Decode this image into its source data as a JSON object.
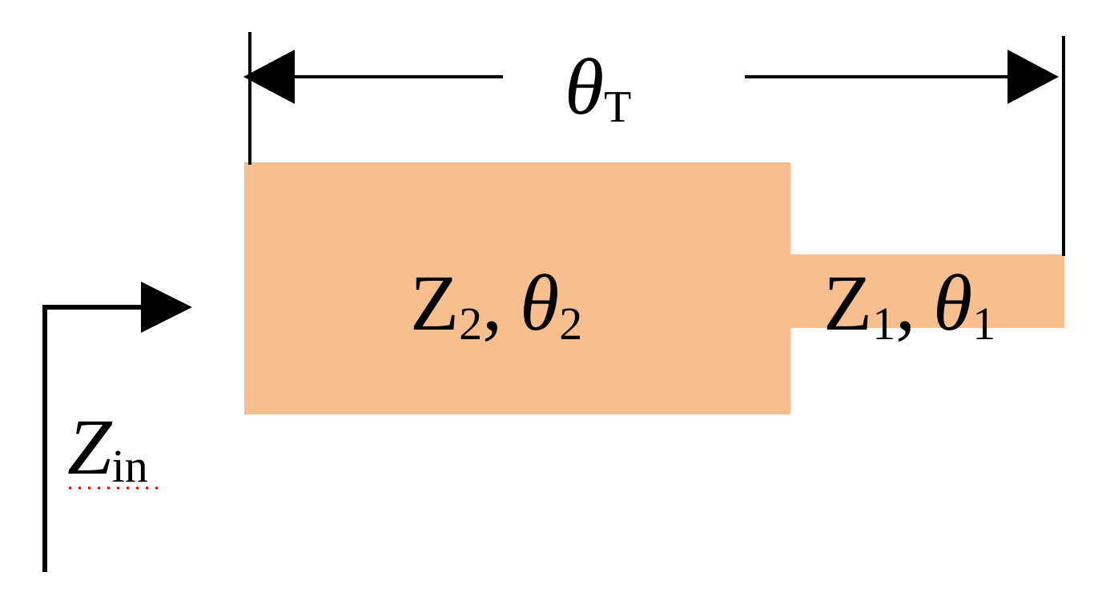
{
  "diagram": {
    "total_length": {
      "symbol": "θ",
      "subscript": "T"
    },
    "section_2": {
      "z_symbol": "Z",
      "z_subscript": "2",
      "separator": ",",
      "theta_symbol": "θ",
      "theta_subscript": "2"
    },
    "section_1": {
      "z_symbol": "Z",
      "z_subscript": "1",
      "separator": ",",
      "theta_symbol": "θ",
      "theta_subscript": "1"
    },
    "input_impedance": {
      "symbol": "Z",
      "subscript": "in"
    },
    "colors": {
      "line_fill": "#f8bf8e",
      "stroke": "#000000",
      "spellcheck_underline": "#e00000"
    }
  }
}
